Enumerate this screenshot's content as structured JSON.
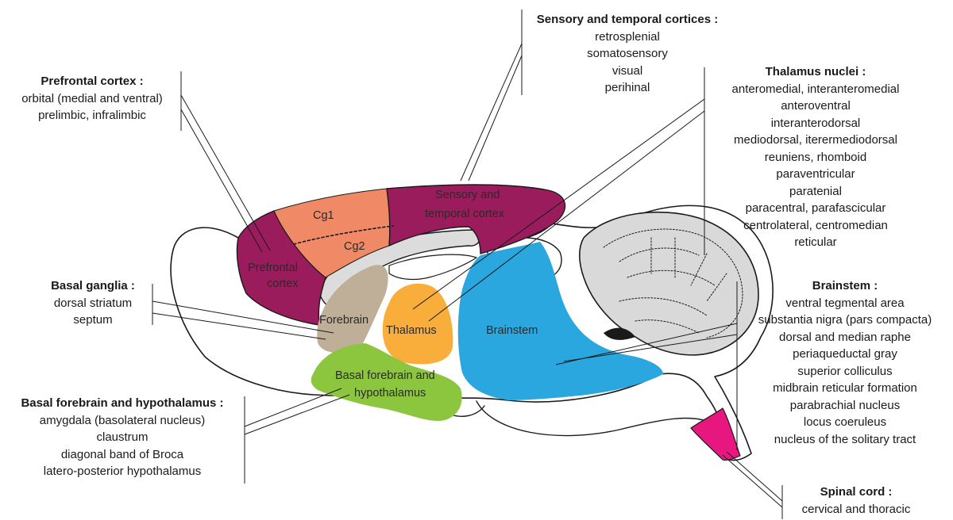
{
  "colors": {
    "prefrontal": "#9b1c5c",
    "cingulate": "#f08a66",
    "sensory": "#9b1c5c",
    "forebrain": "#bfae98",
    "thalamus": "#f9ad3b",
    "brainstem": "#2aa7df",
    "basal_forebrain": "#8cc63f",
    "spinal_cord": "#e8177f",
    "ventricle": "#dcdcdc",
    "cerebellum": "#d9d9d9",
    "outline": "#1a1a1a"
  },
  "regions": {
    "prefrontal": "Prefrontal cortex",
    "cg1": "Cg1",
    "cg2": "Cg2",
    "sensory": "Sensory and temporal cortex",
    "forebrain": "Forebrain",
    "thalamus": "Thalamus",
    "brainstem": "Brainstem",
    "basal_forebrain": "Basal forebrain and hypothalamus"
  },
  "callouts": {
    "prefrontal": {
      "title": "Prefrontal cortex :",
      "items": [
        "orbital (medial and ventral)",
        "prelimbic, infralimbic"
      ]
    },
    "sensory": {
      "title": "Sensory and temporal cortices :",
      "items": [
        "retrosplenial",
        "somatosensory",
        "visual",
        "perihinal"
      ]
    },
    "thalamus": {
      "title": "Thalamus nuclei :",
      "items": [
        "anteromedial, interanteromedial",
        "anteroventral",
        "interanterodorsal",
        "mediodorsal, iterermediodorsal",
        "reuniens, rhomboid",
        "paraventricular",
        "paratenial",
        "paracentral, parafascicular",
        "centrolateral, centromedian",
        "reticular"
      ]
    },
    "basal_ganglia": {
      "title": "Basal ganglia :",
      "items": [
        "dorsal striatum",
        "septum"
      ]
    },
    "brainstem": {
      "title": "Brainstem :",
      "items": [
        "ventral tegmental area",
        "substantia nigra (pars compacta)",
        "dorsal and median raphe",
        "periaqueductal gray",
        "superior colliculus",
        "midbrain reticular formation",
        "parabrachial nucleus",
        "locus coeruleus",
        "nucleus of the solitary tract"
      ]
    },
    "basal_forebrain": {
      "title": "Basal forebrain and hypothalamus :",
      "items": [
        "amygdala (basolateral nucleus)",
        "claustrum",
        "diagonal band of Broca",
        "latero-posterior hypothalamus"
      ]
    },
    "spinal_cord": {
      "title": "Spinal cord :",
      "items": [
        "cervical and thoracic"
      ]
    }
  }
}
